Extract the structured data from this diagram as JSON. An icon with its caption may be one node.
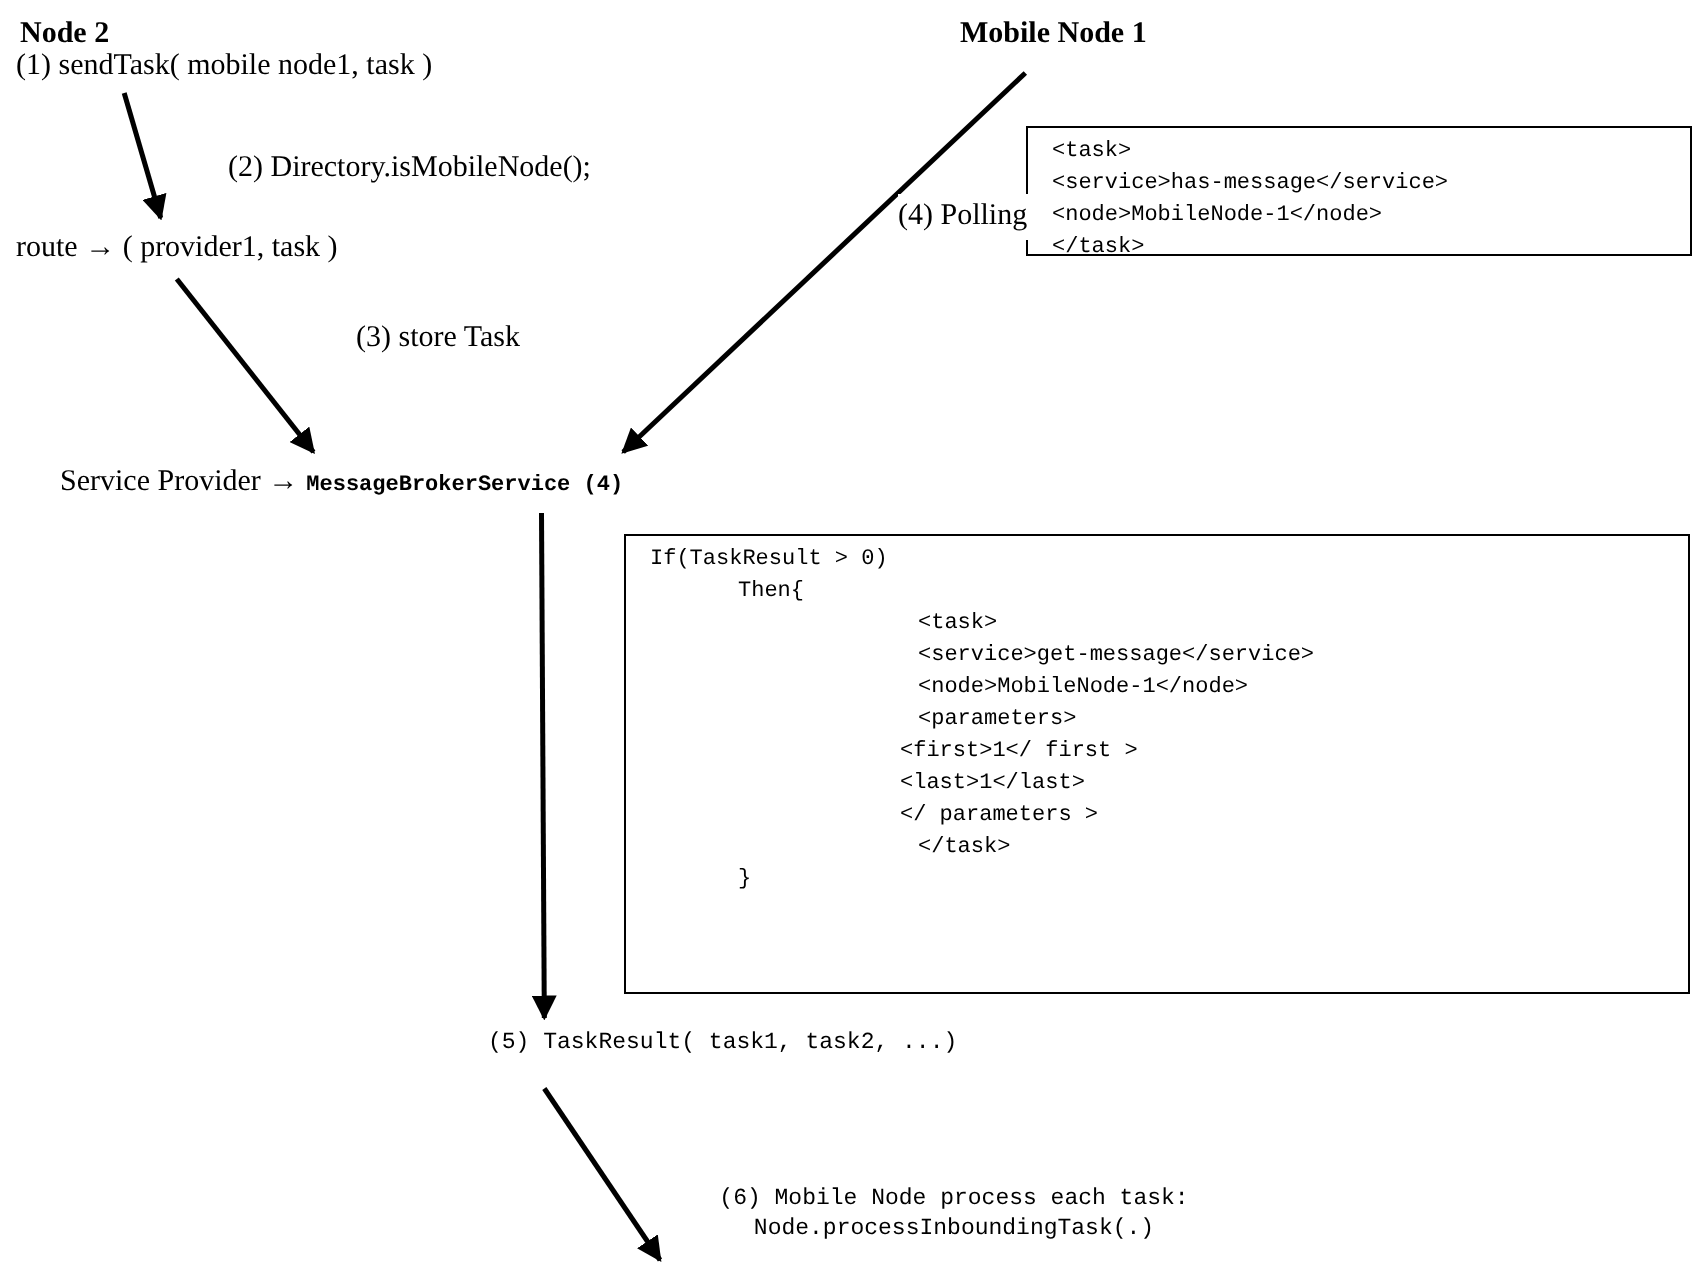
{
  "diagram": {
    "nodes": [
      {
        "text": [
          "(1) sendTask( mobile node1, task )"
        ]
      },
      {
        "text": [
          "route → ( provider1, task )"
        ]
      },
      {
        "text": [
          "Service Provider →",
          "MessageBrokerService (4)"
        ]
      },
      {
        "text": [
          "Mobile Node 1"
        ]
      },
      {
        "text": [
          "(5) TaskResult( task1, task2, ...)"
        ]
      },
      {
        "text": [
          "<task>",
          "<service>has-message</service>",
          "<node>MobileNode-1</node>",
          "</task>"
        ]
      },
      {
        "text": [
          "If(TaskResult > 0)",
          "Then{",
          "<task>",
          "<service>get-message</service>",
          "<node>MobileNode-1</node>",
          "<parameters>",
          "<first>1</ first >",
          "<last>1</last>",
          "</ parameters >",
          "</task>",
          "}"
        ]
      }
    ],
    "edges": [
      {
        "from": 0,
        "to": 1,
        "arrow": "to",
        "label": "(2) Directory.isMobileNode();"
      },
      {
        "from": 1,
        "to": 2,
        "arrow": "to",
        "label": "(3) store Task"
      },
      {
        "from": 3,
        "to": 2,
        "arrow": "to",
        "label": "(4) Polling"
      },
      {
        "from": 2,
        "to": 4,
        "arrow": "to"
      },
      {
        "from": 4,
        "to": null,
        "arrow": "to",
        "label": "(6) Mobile Node process each task: Node.processInboundingTask(.)"
      }
    ],
    "labels": [
      "Node 2"
    ]
  }
}
